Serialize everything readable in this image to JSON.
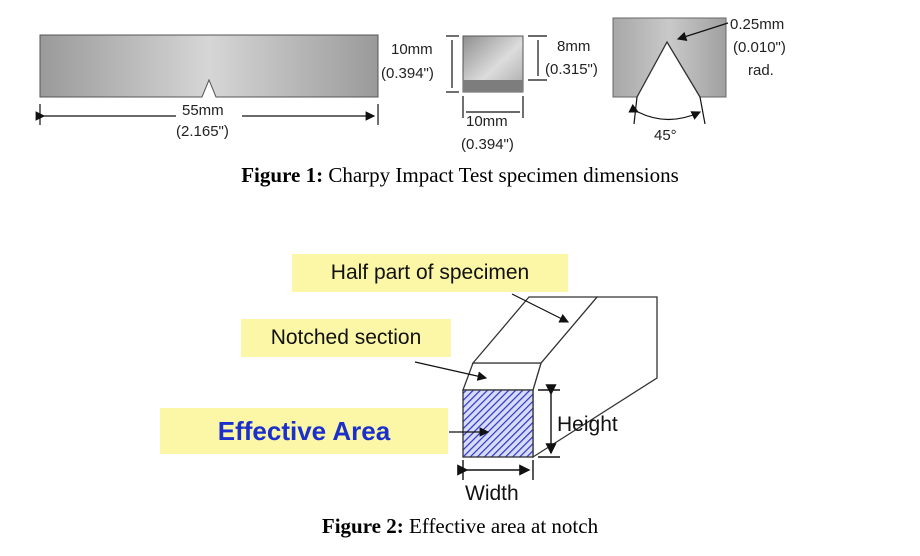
{
  "figure1": {
    "bar_length": "55mm",
    "bar_length_in": "(2.165\")",
    "side_height": "10mm",
    "side_height_in": "(0.394\")",
    "ligament_height": "8mm",
    "ligament_height_in": "(0.315\")",
    "width": "10mm",
    "width_in": "(0.394\")",
    "notch_radius": "0.25mm",
    "notch_radius_in": "(0.010\")",
    "notch_radius_unit": "rad.",
    "notch_angle": "45°",
    "caption_bold": "Figure 1:",
    "caption_text": " Charpy Impact Test specimen dimensions"
  },
  "figure2": {
    "label_half": "Half part of specimen",
    "label_notched": "Notched section",
    "label_effective": "Effective Area",
    "label_height": "Height",
    "label_width": "Width",
    "caption_bold": "Figure 2:",
    "caption_text": " Effective area at notch"
  },
  "colors": {
    "label_bg": "#fbf7a6",
    "effective_text": "#1a2fcc",
    "hatch": "#2a34c8"
  }
}
